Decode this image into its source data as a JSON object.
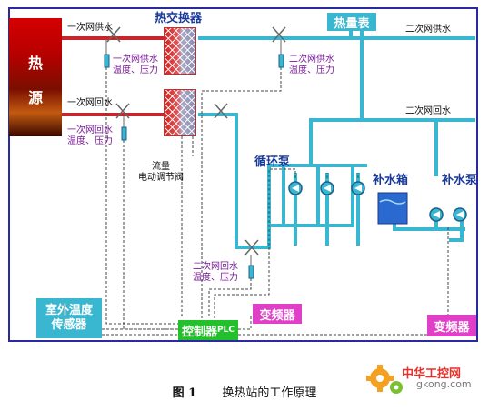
{
  "heat_source": {
    "char1": "热",
    "char2": "源"
  },
  "labels": {
    "primary_supply": "一次网供水",
    "primary_return": "一次网回水",
    "heat_exchanger": "热交换器",
    "heat_meter": "热量表",
    "secondary_supply": "二次网供水",
    "secondary_return": "二次网回水",
    "primary_supply_sensor": [
      "一次网供水",
      "温度、压力"
    ],
    "secondary_supply_sensor": [
      "二次网供水",
      "温度、压力"
    ],
    "primary_return_sensor": [
      "一次网回水",
      "温度、压力"
    ],
    "secondary_return_sensor": [
      "二次网回水",
      "温度、压力"
    ],
    "flow_valve": [
      "流量",
      "电动调节阀"
    ],
    "circulation_pump": "循环泵",
    "makeup_tank": "补水箱",
    "makeup_pump": "补水泵",
    "outdoor_sensor": [
      "室外温度",
      "传感器"
    ],
    "controller_main": "控制器",
    "controller_suffix": "PLC",
    "vfd_1": "变频器",
    "vfd_2": "变频器"
  },
  "caption": {
    "figure": "图 1",
    "title": "换热站的工作原理"
  },
  "watermark": {
    "brand": "中华工控网",
    "url": "gkong.com"
  },
  "colors": {
    "hot_pipe": "#c8252b",
    "cold_pipe": "#3ab7d0",
    "pipe_dark": "#1f8fa8",
    "heat_meter_bg": "#3ab7d0",
    "outdoor_sensor_bg": "#3ab7d0",
    "controller_bg": "#22c02a",
    "vfd_bg": "#e040c8",
    "frame": "#2a2aa0"
  }
}
